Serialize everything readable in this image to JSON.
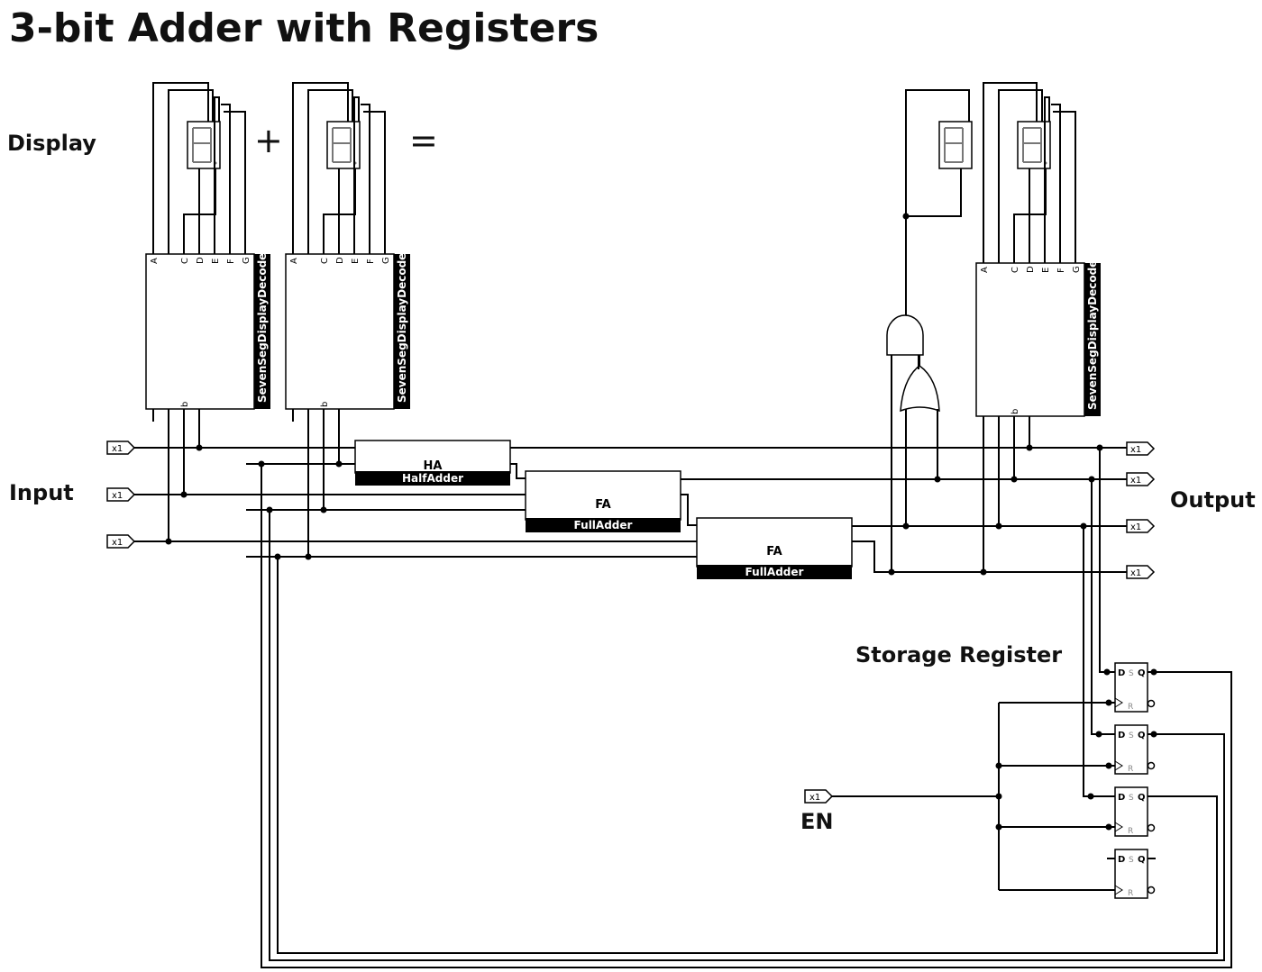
{
  "title": "3-bit Adder with Registers",
  "labels": {
    "display": "Display",
    "input": "Input",
    "output": "Output",
    "storage": "Storage Register",
    "en": "EN",
    "plus": "+",
    "equals": "="
  },
  "decoder": {
    "name": "SevenSegDisplayDecoder",
    "pins": [
      "A",
      "C",
      "D",
      "E",
      "F",
      "G"
    ],
    "bottom_pin": "b"
  },
  "adders": {
    "ha_title": "HA",
    "ha_name": "HalfAdder",
    "fa_title": "FA",
    "fa_name": "FullAdder"
  },
  "io_tag": "x1",
  "flipflop": {
    "d": "D",
    "s": "S",
    "q": "Q",
    "r": "R"
  }
}
